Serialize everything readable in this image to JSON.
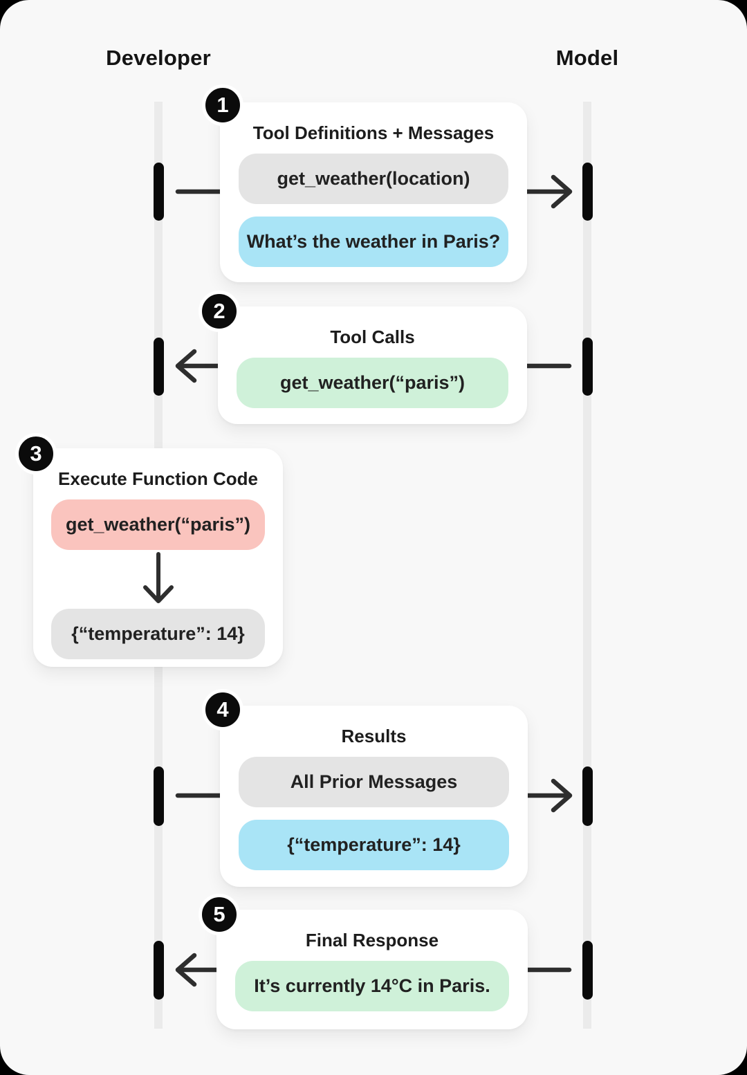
{
  "actors": [
    {
      "id": "developer",
      "label": "Developer"
    },
    {
      "id": "model",
      "label": "Model"
    }
  ],
  "steps": [
    {
      "number": "1",
      "title": "Tool Definitions + Messages",
      "direction": "developer-to-model",
      "pills": [
        {
          "text": "get_weather(location)",
          "color": "gray"
        },
        {
          "text": "What’s the weather in Paris?",
          "color": "blue"
        }
      ]
    },
    {
      "number": "2",
      "title": "Tool Calls",
      "direction": "model-to-developer",
      "pills": [
        {
          "text": "get_weather(“paris”)",
          "color": "green"
        }
      ]
    },
    {
      "number": "3",
      "title": "Execute Function Code",
      "direction": "local-developer",
      "pills": [
        {
          "text": "get_weather(“paris”)",
          "color": "red"
        },
        {
          "text": "{“temperature”: 14}",
          "color": "gray"
        }
      ]
    },
    {
      "number": "4",
      "title": "Results",
      "direction": "developer-to-model",
      "pills": [
        {
          "text": "All Prior Messages",
          "color": "gray"
        },
        {
          "text": "{“temperature”: 14}",
          "color": "blue"
        }
      ]
    },
    {
      "number": "5",
      "title": "Final Response",
      "direction": "model-to-developer",
      "pills": [
        {
          "text": "It’s currently 14°C in Paris.",
          "color": "green"
        }
      ]
    }
  ],
  "colors": {
    "gray": "#e4e4e4",
    "blue": "#a9e4f6",
    "green": "#cff1d9",
    "red": "#fac4be",
    "background": "#f8f8f8",
    "card": "#ffffff",
    "lifeline": "#ebebeb",
    "activation": "#0a0a0a",
    "arrow": "#2e2e2e"
  }
}
